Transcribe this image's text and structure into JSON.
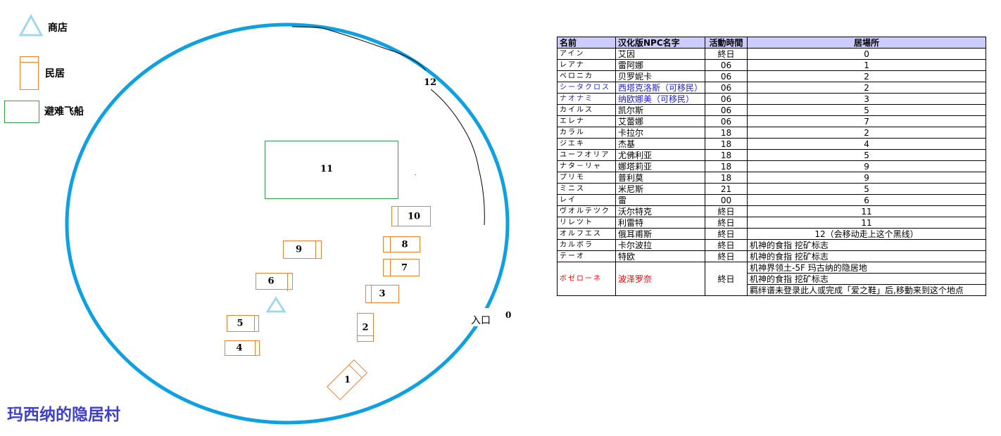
{
  "legend": {
    "shop": "商店",
    "house": "民居",
    "airship": "避难飞船"
  },
  "map": {
    "title": "玛西纳的隐居村",
    "entrance_label": "入口",
    "entrance_number": "0",
    "path_number": "12",
    "airship_number": "11",
    "houses": [
      {
        "id": "1",
        "label": "1"
      },
      {
        "id": "2",
        "label": "2"
      },
      {
        "id": "3",
        "label": "3"
      },
      {
        "id": "4",
        "label": "4"
      },
      {
        "id": "5",
        "label": "5"
      },
      {
        "id": "6",
        "label": "6"
      },
      {
        "id": "7",
        "label": "7"
      },
      {
        "id": "8",
        "label": "8"
      },
      {
        "id": "9",
        "label": "9"
      },
      {
        "id": "10",
        "label": "10"
      }
    ],
    "colors": {
      "wall": "#0ea0e0",
      "house": "#f08030",
      "airship": "#30a050",
      "shop": "#a0d8e8",
      "title": "#4040cc"
    }
  },
  "table": {
    "headers": [
      "名前",
      "汉化版NPC名字",
      "活動時間",
      "居場所"
    ],
    "rows": [
      {
        "jp": "アイン",
        "cn": "艾因",
        "time": "終日",
        "loc": "0",
        "style": ""
      },
      {
        "jp": "レアナ",
        "cn": "雷阿娜",
        "time": "06",
        "loc": "1",
        "style": ""
      },
      {
        "jp": "ベロニカ",
        "cn": "贝罗妮卡",
        "time": "06",
        "loc": "2",
        "style": ""
      },
      {
        "jp": "シータクロス",
        "cn": "西塔克洛斯（可移民）",
        "time": "06",
        "loc": "2",
        "style": "blue"
      },
      {
        "jp": "ナオナミ",
        "cn": "纳欧娜美（可移民）",
        "time": "06",
        "loc": "3",
        "style": "blue"
      },
      {
        "jp": "カイルス",
        "cn": "凯尔斯",
        "time": "06",
        "loc": "5",
        "style": ""
      },
      {
        "jp": "エレナ",
        "cn": "艾蕾娜",
        "time": "06",
        "loc": "7",
        "style": ""
      },
      {
        "jp": "カラル",
        "cn": "卡拉尔",
        "time": "18",
        "loc": "2",
        "style": ""
      },
      {
        "jp": "ジエキ",
        "cn": "杰基",
        "time": "18",
        "loc": "4",
        "style": ""
      },
      {
        "jp": "ユーフオリア",
        "cn": "尤佛利亚",
        "time": "18",
        "loc": "5",
        "style": ""
      },
      {
        "jp": "ナタ－リャ",
        "cn": "娜塔莉亚",
        "time": "18",
        "loc": "9",
        "style": ""
      },
      {
        "jp": "プリモ",
        "cn": "普利莫",
        "time": "18",
        "loc": "9",
        "style": ""
      },
      {
        "jp": "ミニス",
        "cn": "米尼斯",
        "time": "21",
        "loc": "5",
        "style": ""
      },
      {
        "jp": "レイ",
        "cn": "雷",
        "time": "00",
        "loc": "6",
        "style": ""
      },
      {
        "jp": "ヴオルテツク",
        "cn": "沃尔特克",
        "time": "終日",
        "loc": "11",
        "style": ""
      },
      {
        "jp": "リレツト",
        "cn": "利雷特",
        "time": "終日",
        "loc": "11",
        "style": ""
      },
      {
        "jp": "オルフエス",
        "cn": "俄耳甫斯",
        "time": "終日",
        "loc": "12（会移动走上这个黑线）",
        "style": ""
      },
      {
        "jp": "カルボラ",
        "cn": "卡尔波拉",
        "time": "終日",
        "loc": "机神的食指 挖矿标志",
        "style": "left"
      },
      {
        "jp": "テーオ",
        "cn": "特欧",
        "time": "終日",
        "loc": "机神的食指 挖矿标志",
        "style": "left"
      }
    ],
    "last_row": {
      "jp": "ボゼローネ",
      "cn": "波泽罗奈",
      "time": "終日",
      "locs": [
        "机神界领土-5F 玛古纳的隐居地",
        "机神的食指 挖矿标志",
        "羁绊谱未登录此人或完成「爱之鞋」后,移動来到这个地点"
      ]
    }
  }
}
